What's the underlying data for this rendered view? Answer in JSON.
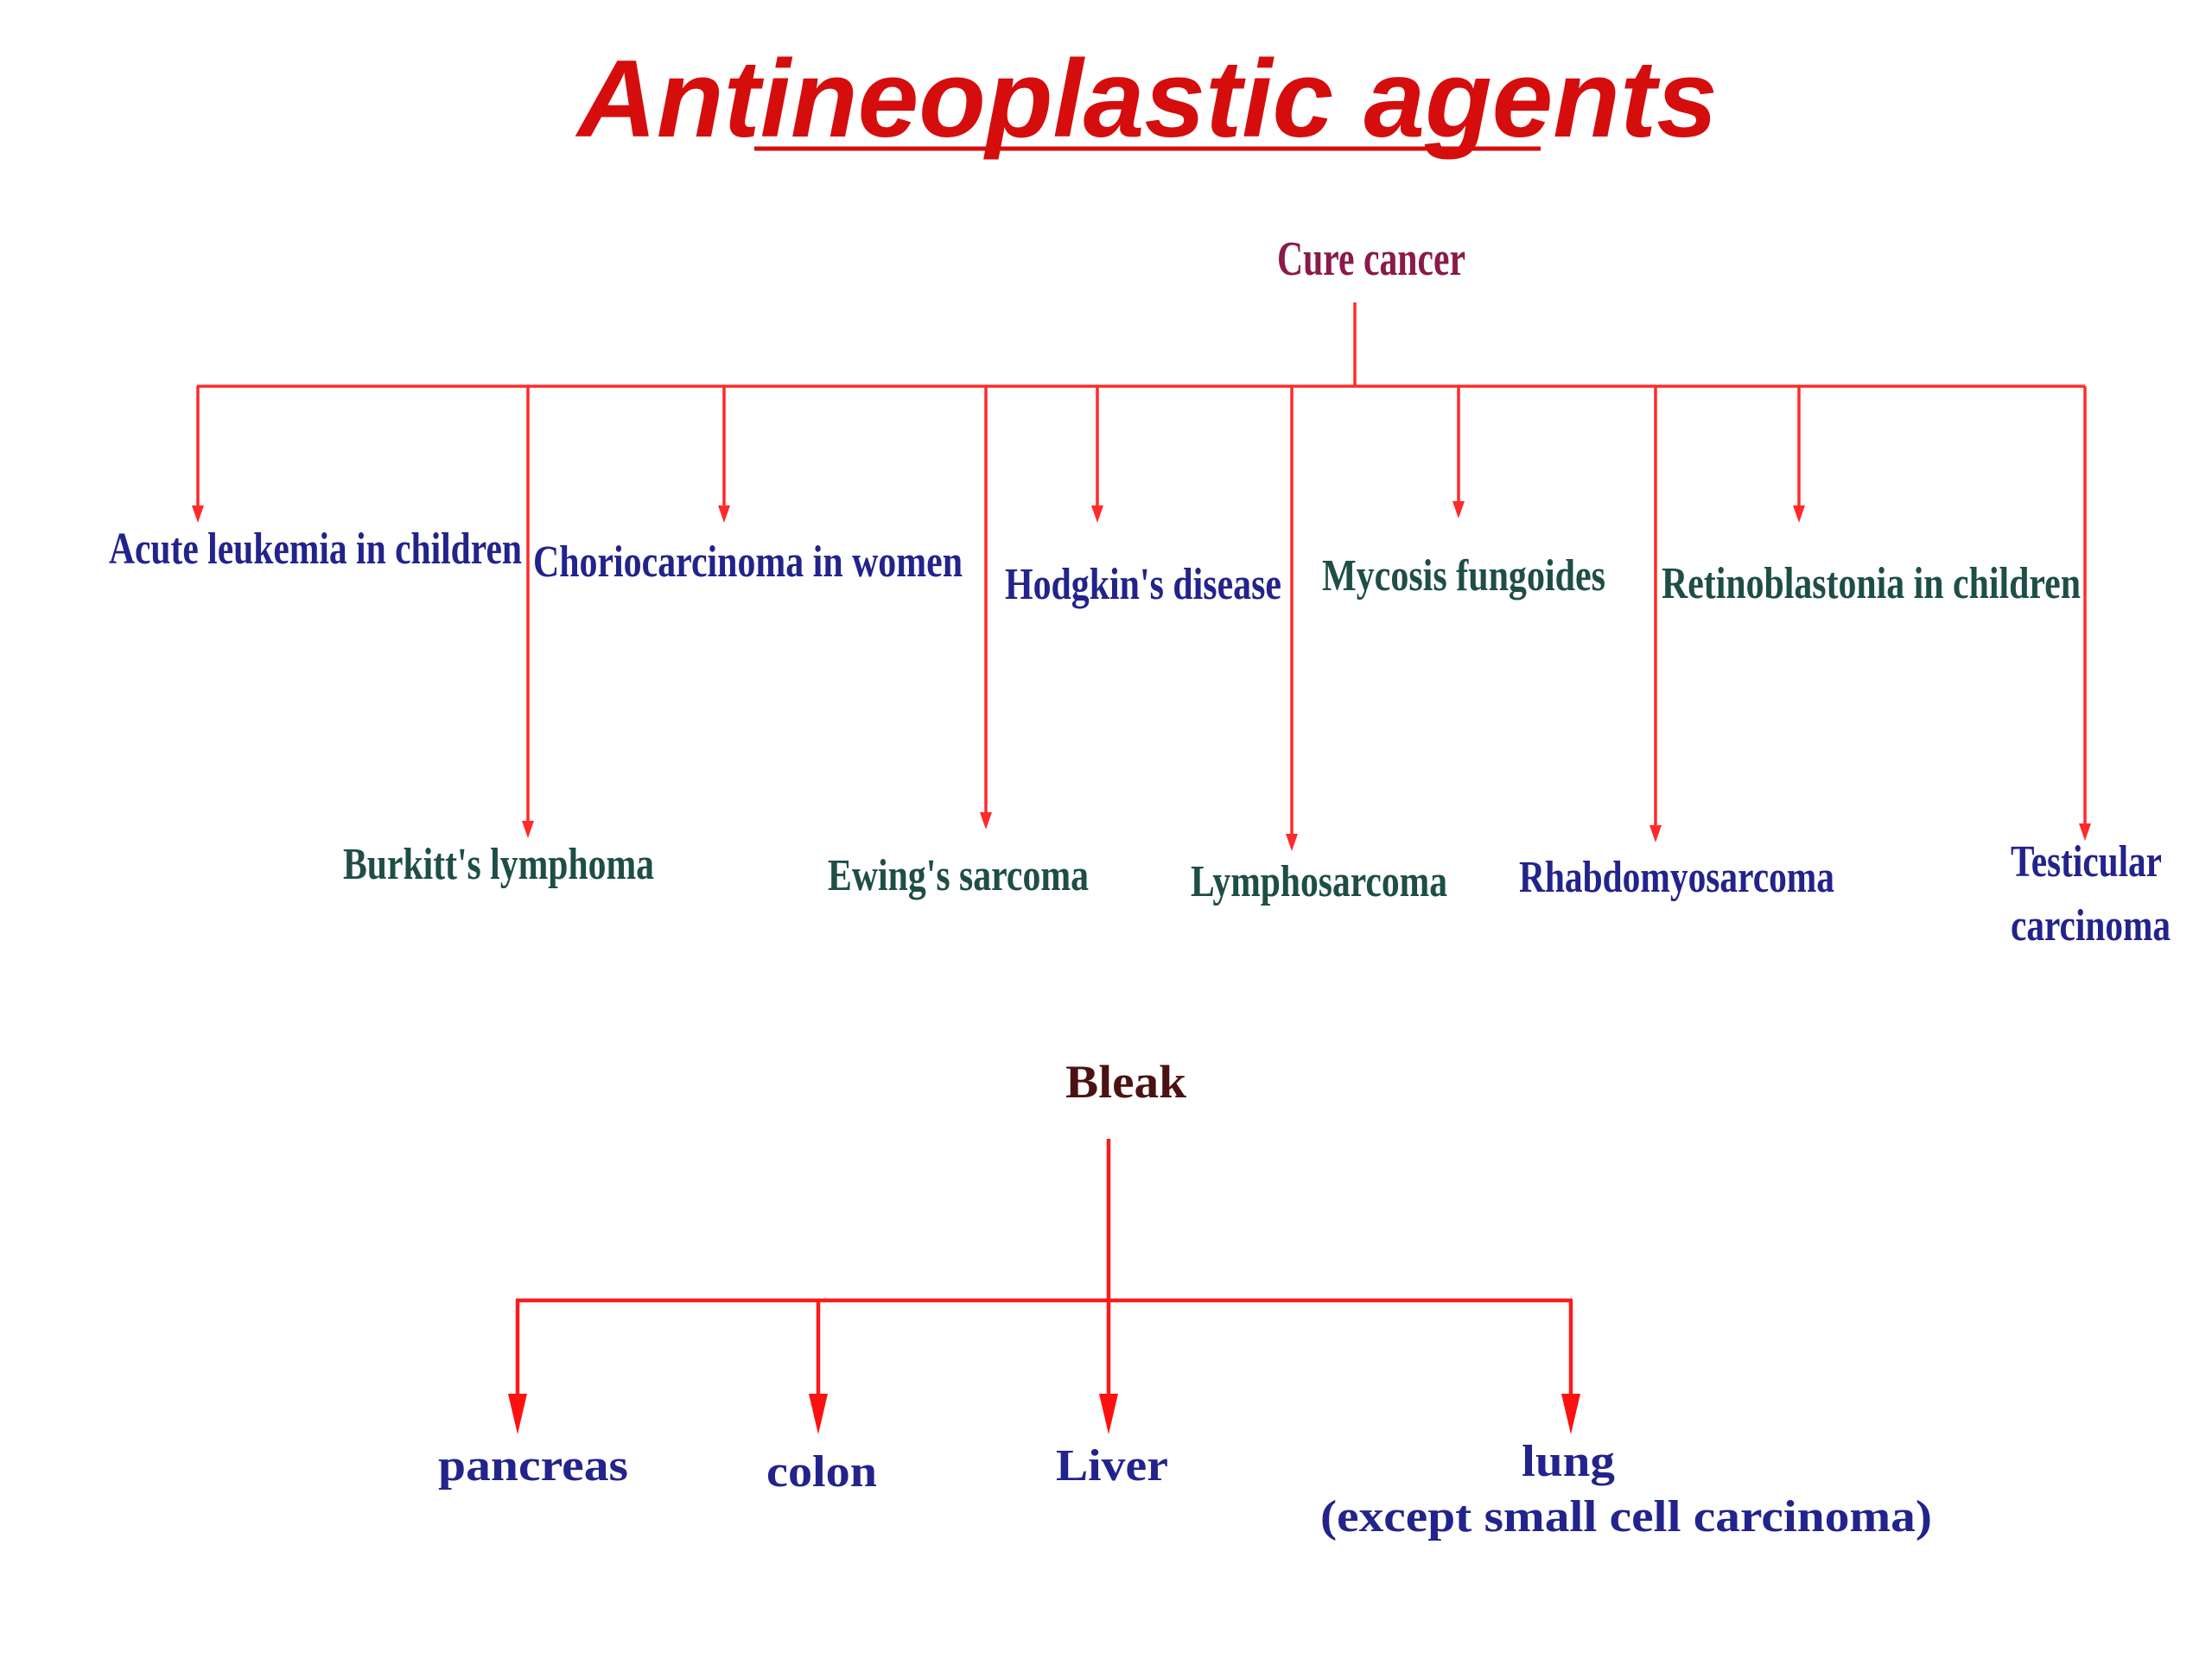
{
  "title": "Antineoplastic agents",
  "cure": {
    "label": "Cure cancer",
    "items_row1": [
      "Acute leukemia in children",
      "Choriocarcinoma in women",
      "Hodgkin's disease",
      "Mycosis fungoides",
      "Retinoblastonia in children"
    ],
    "items_row2": [
      "Burkitt's lymphoma",
      "Ewing's sarcoma",
      "Lymphosarcoma",
      "Rhabdomyosarcoma",
      "Testicular",
      "carcinoma"
    ]
  },
  "bleak": {
    "label": "Bleak",
    "items": [
      "pancreas",
      "colon",
      "Liver",
      "lung",
      "(except small cell carcinoma)"
    ]
  },
  "colors": {
    "title": "#d50d0d",
    "connector": "#ff2a2a",
    "navy_text": "#23238c",
    "teal_text": "#1e4e46",
    "root_text": "#8a1a4a",
    "bleak_text": "#4a1212"
  }
}
